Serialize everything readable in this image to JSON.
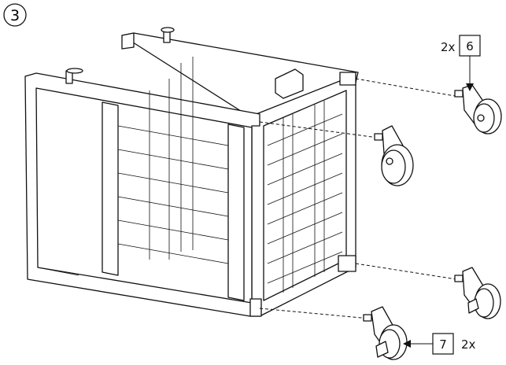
{
  "step": {
    "number": "3"
  },
  "callouts": [
    {
      "quantity": "2x",
      "part_number": "6"
    },
    {
      "quantity": "2x",
      "part_number": "7"
    }
  ]
}
